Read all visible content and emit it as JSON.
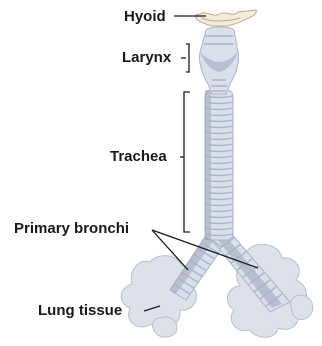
{
  "labels": {
    "hyoid": "Hyoid",
    "larynx": "Larynx",
    "trachea": "Trachea",
    "primary_bronchi": "Primary bronchi",
    "lung_tissue": "Lung tissue"
  },
  "colors": {
    "airway_fill": "#d9e0ec",
    "airway_ring": "#aab4c8",
    "airway_shadow": "#8f9ab0",
    "lung_tissue": "#dde2ea",
    "hyoid_bone": "#f3ecd8",
    "leader_line": "#1a1a1a"
  }
}
